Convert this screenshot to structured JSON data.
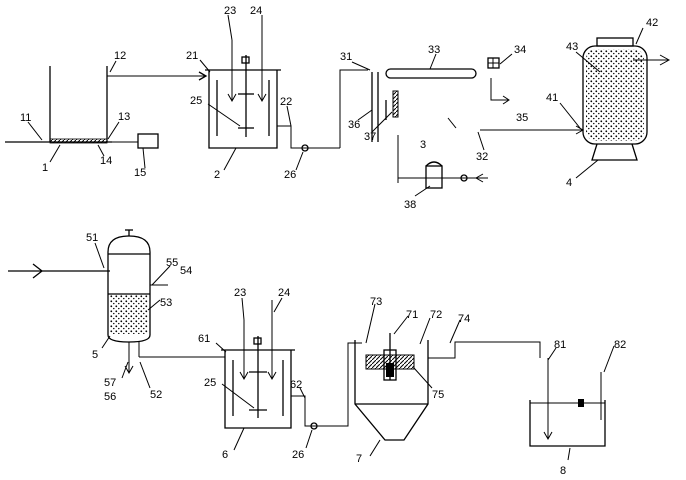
{
  "labels": {
    "l1": "1",
    "l2": "2",
    "l3": "3",
    "l4": "4",
    "l5": "5",
    "l6": "6",
    "l7": "7",
    "l8": "8",
    "l11": "11",
    "l12": "12",
    "l13": "13",
    "l14": "14",
    "l15": "15",
    "l21": "21",
    "l22": "22",
    "l23a": "23",
    "l24a": "24",
    "l25a": "25",
    "l26a": "26",
    "l31": "31",
    "l32": "32",
    "l33": "33",
    "l34": "34",
    "l35": "35",
    "l36": "36",
    "l37": "37",
    "l38": "38",
    "l41": "41",
    "l42": "42",
    "l43": "43",
    "l51": "51",
    "l52": "52",
    "l53": "53",
    "l54": "54",
    "l55": "55",
    "l56": "56",
    "l57": "57",
    "l61": "61",
    "l62": "62",
    "l23b": "23",
    "l24b": "24",
    "l25b": "25",
    "l26b": "26",
    "l71": "71",
    "l72": "72",
    "l73": "73",
    "l74": "74",
    "l75": "75",
    "l81": "81",
    "l82": "82"
  }
}
